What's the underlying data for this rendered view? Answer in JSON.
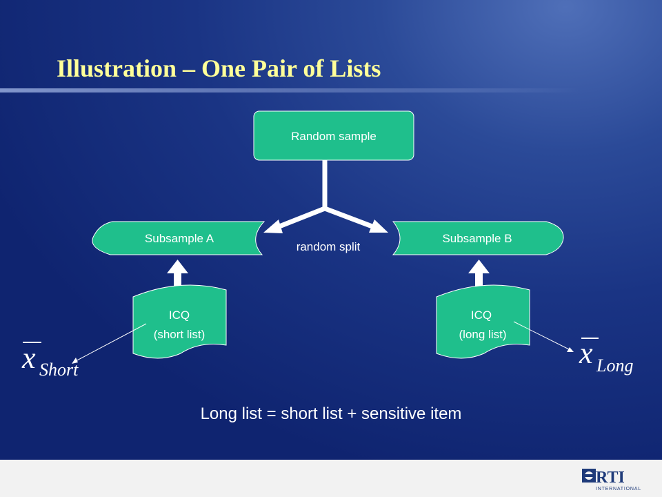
{
  "slide": {
    "title": "Illustration – One Pair of Lists",
    "caption": "Long list = short list + sensitive item"
  },
  "diagram": {
    "random_sample": "Random sample",
    "subsample_a": "Subsample A",
    "subsample_b": "Subsample B",
    "split_label": "random split",
    "icq_short": {
      "line1": "ICQ",
      "line2": "(short list)"
    },
    "icq_long": {
      "line1": "ICQ",
      "line2": "(long list)"
    },
    "x_short": {
      "symbol": "x",
      "subscript": "Short"
    },
    "x_long": {
      "symbol": "x",
      "subscript": "Long"
    }
  },
  "logo": {
    "name": "RTI",
    "subtitle": "INTERNATIONAL"
  },
  "colors": {
    "node_fill": "#1fbf8c",
    "title": "#ffff99",
    "text": "#ffffff",
    "footer": "#f2f2f2",
    "logo": "#1f3b7a"
  }
}
